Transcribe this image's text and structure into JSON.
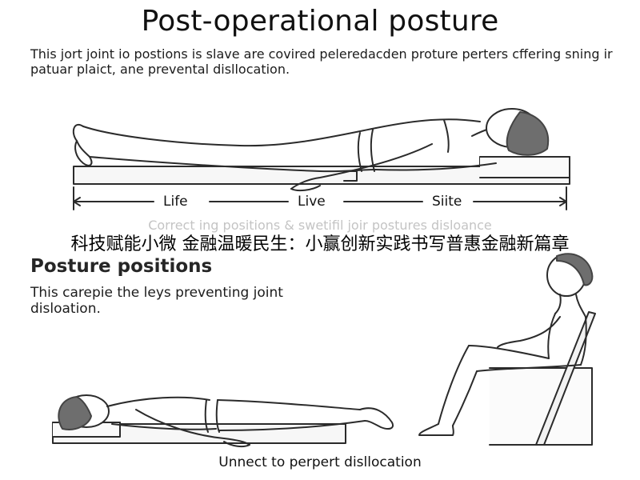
{
  "title": "Post-operational posture",
  "intro": "This jort joint io postions is slave are covired peleredacden proture perters cffering sning ir patuar plaict, ane prevental disllocation.",
  "scale_labels": [
    "Life",
    "Live",
    "Siite"
  ],
  "faded_caption": "Correct ing positions & swetifil joir postures disloance",
  "overlay_banner": "科技赋能小微 金融温暖民生：小赢创新实践书写普惠金融新篇章",
  "section": {
    "heading": "Posture positions",
    "text": "This carepie the leys preventing joint disloation."
  },
  "bottom_caption": "Unnect to perpert disllocation",
  "colors": {
    "line": "#2b2b2b",
    "hair": "#6e6e6e",
    "skin": "#ffffff",
    "faded": "#c4c4c4"
  }
}
